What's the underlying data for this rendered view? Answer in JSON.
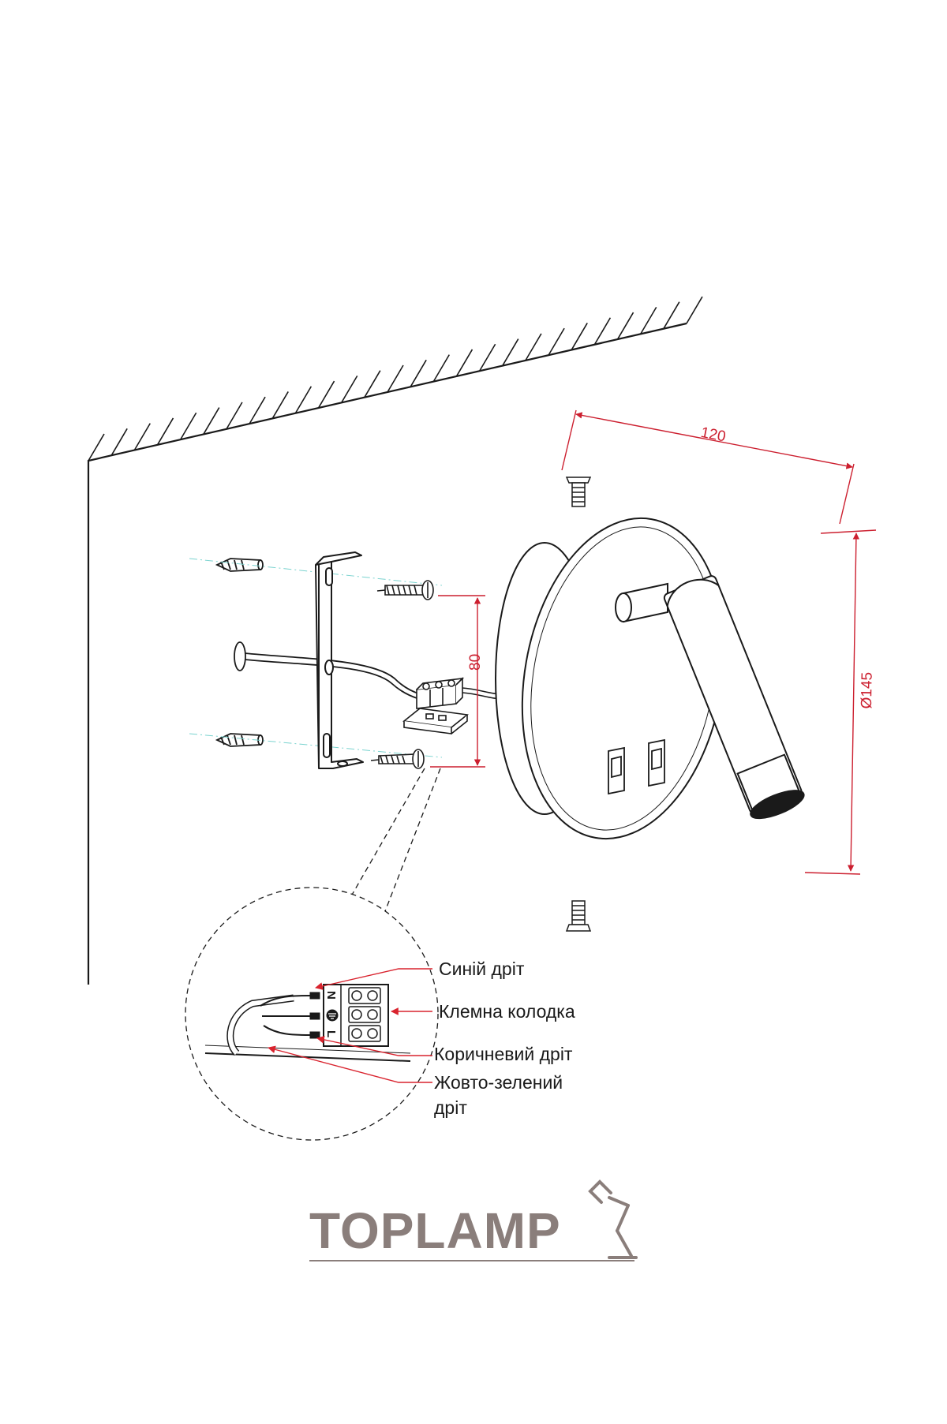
{
  "dimensions": {
    "depth": "120",
    "diameter": "Ø145",
    "mount_spacing": "80"
  },
  "terminal_letters": {
    "neutral": "N",
    "line": "L"
  },
  "callouts": {
    "blue_wire": "Синій дріт",
    "terminal_block": "Клемна колодка",
    "brown_wire": "Коричневий дріт",
    "yellow_green_line1": "Жовто-зелений",
    "yellow_green_line2": "дріт"
  },
  "brand": {
    "name": "TOPLAMP",
    "icon": "desk-lamp-icon"
  },
  "colors": {
    "dimension": "#cc1f2f",
    "line": "#1a1a1a",
    "logo": "#8a7e7b",
    "leader": "#d9232e"
  }
}
